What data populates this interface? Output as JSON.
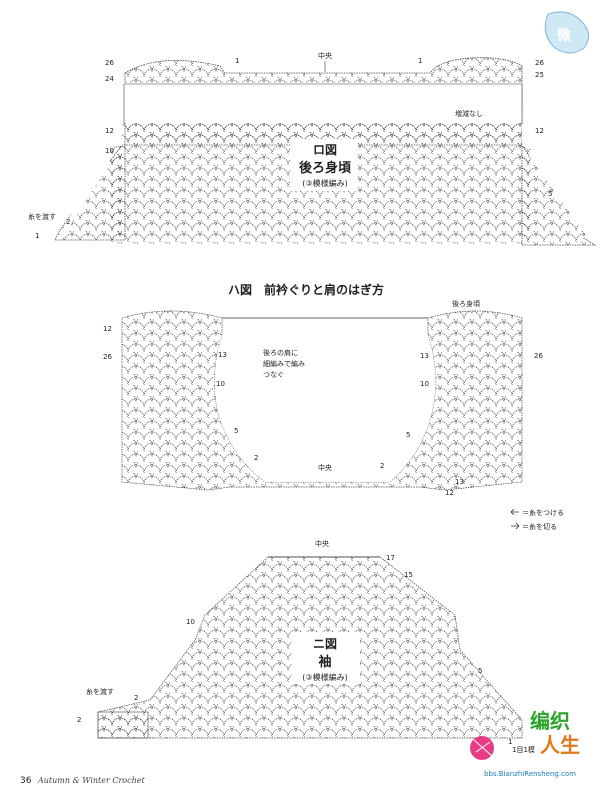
{
  "ro": {
    "title": "ロ図",
    "subtitle": "後ろ身頃",
    "pattern": "(③模様編み)",
    "center": "中央",
    "no_change": "増減なし",
    "pass_yarn": "糸を渡す",
    "rows": [
      "26",
      "24",
      "12",
      "10",
      "1",
      "1",
      "1",
      "26",
      "25",
      "12",
      "5",
      "2"
    ]
  },
  "ha": {
    "title": "ハ図　前衿ぐりと肩のはぎ方",
    "back_label": "後ろ身頃",
    "note": [
      "後ろの肩に",
      "細編みで編み",
      "つなぐ"
    ],
    "center": "中央",
    "rows_left": [
      "12",
      "26",
      "13",
      "10",
      "5",
      "2"
    ],
    "rows_right": [
      "13",
      "26",
      "10",
      "5",
      "2",
      "13",
      "12"
    ]
  },
  "legend": {
    "attach": "＝糸をつける",
    "cut": "＝糸を切る"
  },
  "ni": {
    "title": "ニ図",
    "subtitle": "袖",
    "pattern": "(③模様編み)",
    "center": "中央",
    "pass_yarn": "糸を渡す",
    "rows": [
      "17",
      "15",
      "10",
      "5",
      "2",
      "2",
      "1"
    ],
    "first_row": "1目1模"
  },
  "footer": {
    "page_number": "36",
    "magazine": "Autumn & Winter Crochet",
    "site_cn_1": "编织",
    "site_cn_2": "人生",
    "site_url": "bbs.BianzhiRensheng.com",
    "badge": "微"
  }
}
